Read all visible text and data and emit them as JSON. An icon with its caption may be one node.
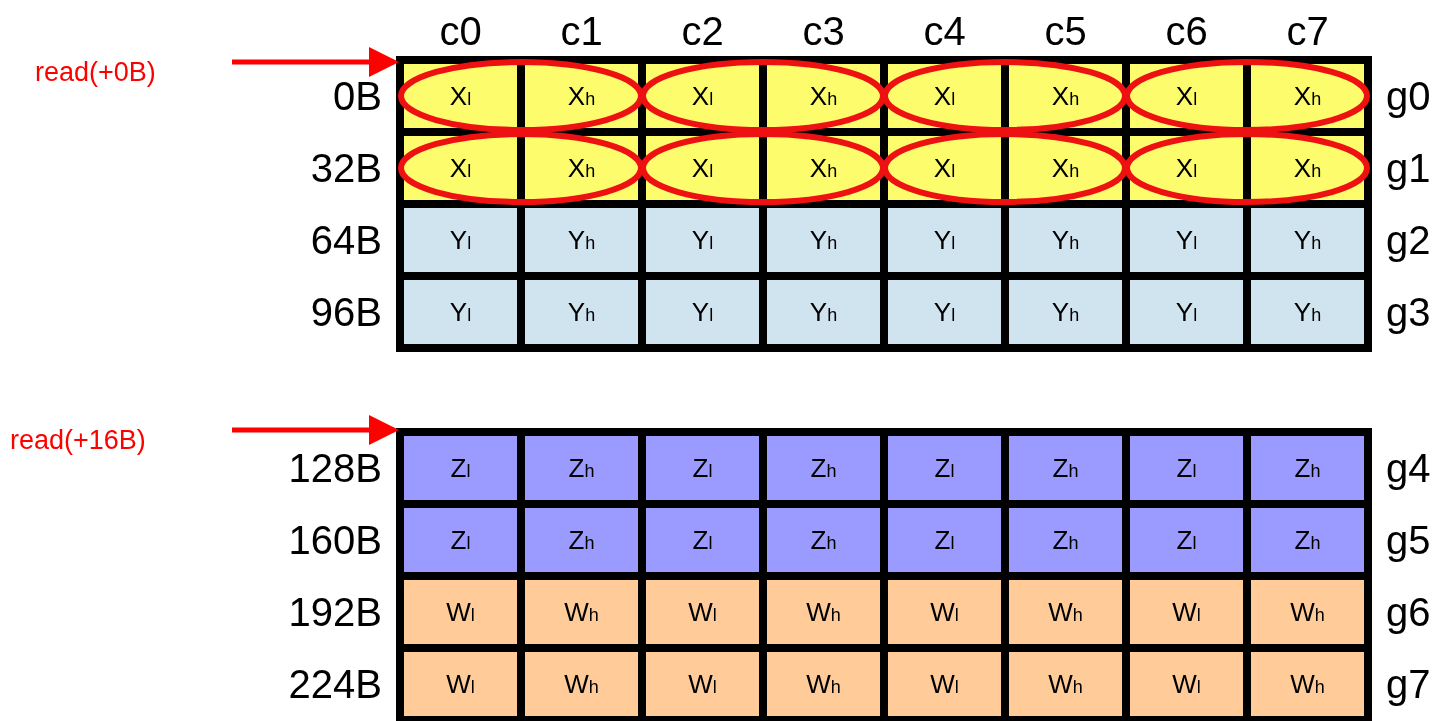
{
  "diagram": {
    "nodes": [
      {
        "text": [
          "read(+0B)"
        ]
      },
      {
        "text": [],
        "shape": "box"
      },
      {
        "text": [
          "read(+16B)"
        ]
      },
      {
        "text": [],
        "shape": "box"
      }
    ],
    "edges": [
      {
        "from": 0,
        "to": 1,
        "arrow": "to"
      },
      {
        "from": 2,
        "to": 3,
        "arrow": "to"
      }
    ],
    "labels": [
      "c0",
      "c1",
      "c2",
      "c3",
      "c4",
      "c5",
      "c6",
      "c7",
      "0B",
      "X$_{l}$",
      "X$_{h}$",
      "X$_{l}$",
      "X$_{h}$",
      "X$_{l}$",
      "X$_{h}$",
      "X$_{l}$",
      "X$_{h}$",
      "g0",
      "32B",
      "X$_{l}$",
      "X$_{h}$",
      "X$_{l}$",
      "X$_{h}$",
      "X$_{l}$",
      "X$_{h}$",
      "X$_{l}$",
      "X$_{h}$",
      "g1",
      "64B",
      "Y$_{l}$",
      "Y$_{h}$",
      "Y$_{l}$",
      "Y$_{h}$",
      "Y$_{l}$",
      "Y$_{h}$",
      "Y$_{l}$",
      "Y$_{h}$",
      "g2",
      "96B",
      "Y$_{l}$",
      "Y$_{h}$",
      "Y$_{l}$",
      "Y$_{h}$",
      "Y$_{l}$",
      "Y$_{h}$",
      "Y$_{l}$",
      "Y$_{h}$",
      "g3",
      "128B",
      "Z$_{l}$",
      "Z$_{h}$",
      "Z$_{l}$",
      "Z$_{h}$",
      "Z$_{l}$",
      "Z$_{h}$",
      "Z$_{l}$",
      "Z$_{h}$",
      "g4",
      "160B",
      "Z$_{l}$",
      "Z$_{h}$",
      "Z$_{l}$",
      "Z$_{h}$",
      "Z$_{l}$",
      "Z$_{h}$",
      "Z$_{l}$",
      "Z$_{h}$",
      "g5",
      "192B",
      "W$_{l}$",
      "W$_{h}$",
      "W$_{l}$",
      "W$_{h}$",
      "W$_{l}$",
      "W$_{h}$",
      "W$_{l}$",
      "W$_{h}$",
      "g6",
      "224B",
      "W$_{l}$",
      "W$_{h}$",
      "W$_{l}$",
      "W$_{h}$",
      "W$_{l}$",
      "W$_{h}$",
      "W$_{l}$",
      "W$_{h}$",
      "g7"
    ]
  }
}
